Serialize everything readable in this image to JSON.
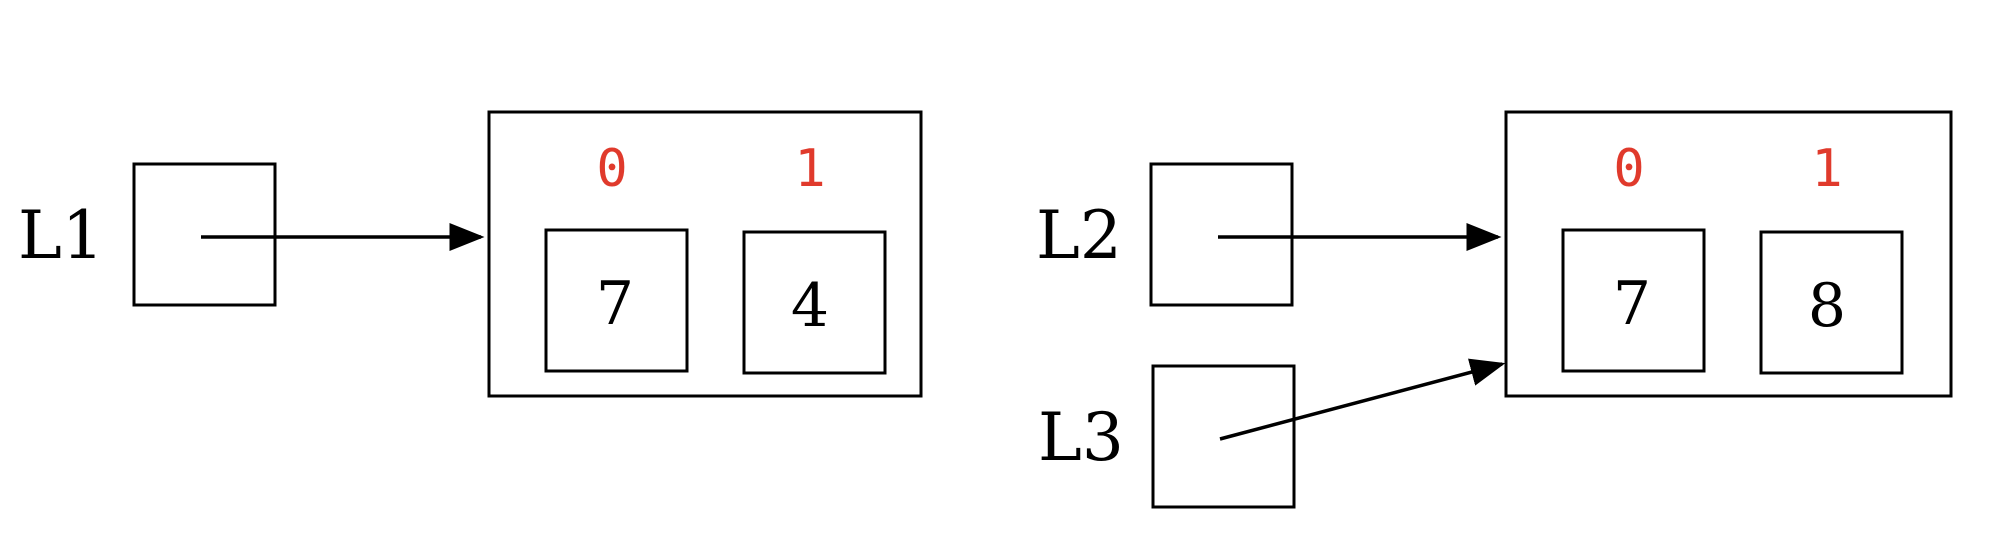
{
  "colors": {
    "stroke": "#000000",
    "index_color": "#e03a2c",
    "background": "#ffffff"
  },
  "variables": [
    {
      "name": "L1",
      "points_to": "list_a"
    },
    {
      "name": "L2",
      "points_to": "list_b"
    },
    {
      "name": "L3",
      "points_to": "list_b"
    }
  ],
  "lists": [
    {
      "id": "list_a",
      "indices": [
        "0",
        "1"
      ],
      "values": [
        "7",
        "4"
      ]
    },
    {
      "id": "list_b",
      "indices": [
        "0",
        "1"
      ],
      "values": [
        "7",
        "8"
      ]
    }
  ]
}
